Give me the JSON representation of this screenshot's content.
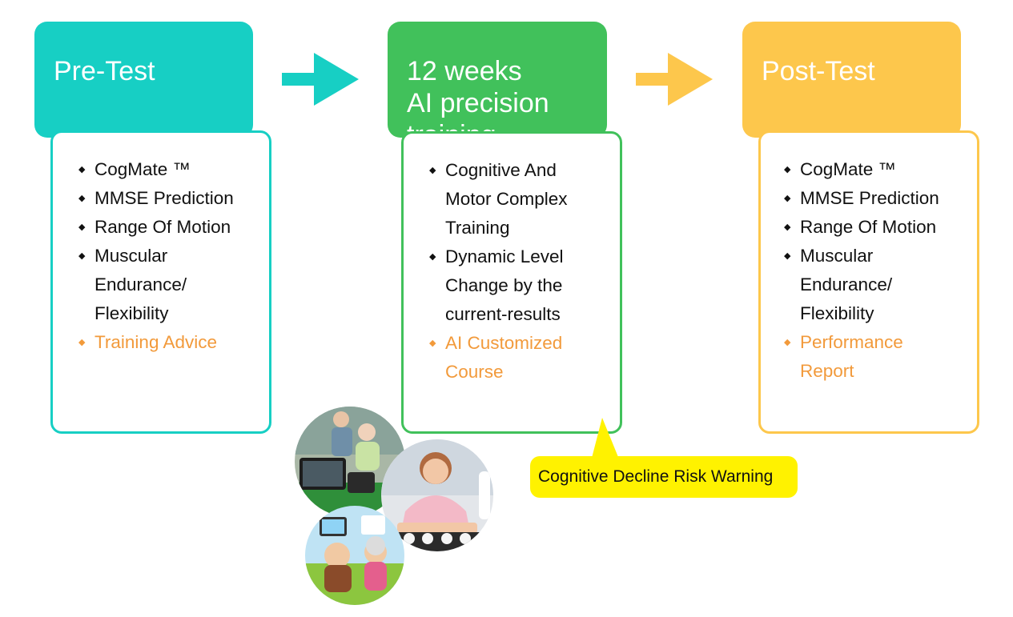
{
  "stages": [
    {
      "title_lines": [
        "Pre-Test"
      ],
      "items": [
        {
          "lines": [
            "CogMate ™"
          ],
          "highlight": false
        },
        {
          "lines": [
            "MMSE Prediction"
          ],
          "highlight": false
        },
        {
          "lines": [
            "Range Of Motion"
          ],
          "highlight": false
        },
        {
          "lines": [
            "Muscular",
            "Endurance/",
            "Flexibility"
          ],
          "highlight": false
        },
        {
          "lines": [
            "Training Advice"
          ],
          "highlight": true
        }
      ]
    },
    {
      "title_lines": [
        "12 weeks",
        "AI precision",
        "training"
      ],
      "items": [
        {
          "lines": [
            "Cognitive And",
            "Motor Complex",
            "Training"
          ],
          "highlight": false
        },
        {
          "lines": [
            "Dynamic Level",
            "Change by the",
            "current-results"
          ],
          "highlight": false
        },
        {
          "lines": [
            "AI Customized",
            "Course"
          ],
          "highlight": true
        }
      ]
    },
    {
      "title_lines": [
        "Post-Test"
      ],
      "items": [
        {
          "lines": [
            "CogMate ™"
          ],
          "highlight": false
        },
        {
          "lines": [
            "MMSE Prediction"
          ],
          "highlight": false
        },
        {
          "lines": [
            "Range Of Motion"
          ],
          "highlight": false
        },
        {
          "lines": [
            "Muscular",
            "Endurance/",
            "Flexibility"
          ],
          "highlight": false
        },
        {
          "lines": [
            "Performance",
            "Report"
          ],
          "highlight": true
        }
      ]
    }
  ],
  "callout": {
    "label": "Cognitive Decline Risk Warning"
  },
  "colors": {
    "pre": "#17cfc4",
    "training": "#41c15b",
    "post": "#fdc74c",
    "highlight_text": "#f29a3b",
    "callout": "#fff200"
  },
  "icons": {
    "arrow": "right-arrow-icon",
    "bullet": "diamond-bullet-icon"
  }
}
